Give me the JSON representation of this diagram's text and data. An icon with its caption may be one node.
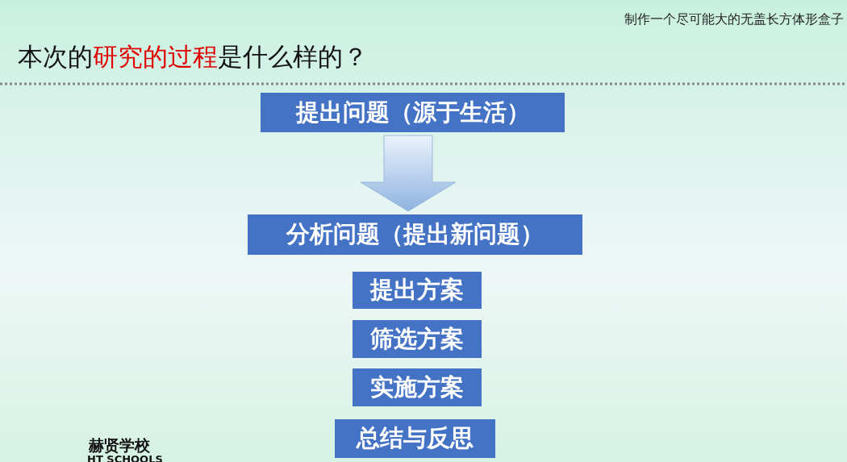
{
  "diagram": {
    "title": "本次的研究的过程是什么样的？",
    "nodes": [
      {
        "text": [
          "提出问题（源于生活）"
        ]
      },
      {
        "text": [
          "分析问题（提出新问题）"
        ]
      },
      {
        "text": [
          "提出方案"
        ]
      },
      {
        "text": [
          "筛选方案"
        ]
      },
      {
        "text": [
          "实施方案"
        ]
      },
      {
        "text": [
          "总结与反思"
        ]
      }
    ],
    "edges": [
      {
        "from": 0,
        "to": 1,
        "arrow": "to"
      }
    ],
    "labels": [
      "制作一个尽可能大的无盖长方体形盒子",
      "赫贤学校",
      "HT SCHOOLS"
    ]
  }
}
